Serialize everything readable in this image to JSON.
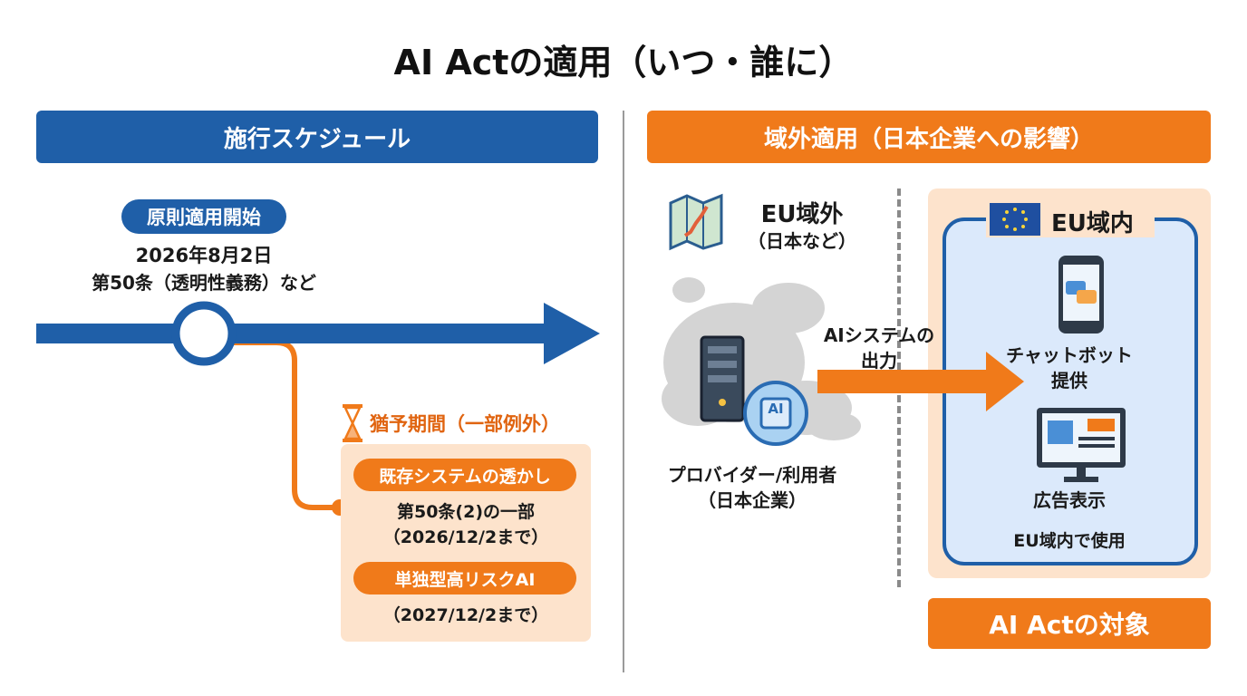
{
  "title": "AI Actの適用（いつ・誰に）",
  "left": {
    "header": "施行スケジュール",
    "milestone_badge": "原則適用開始",
    "milestone_date": "2026年8月2日",
    "milestone_detail": "第50条（透明性義務）など",
    "grace_title": "猶予期間（一部例外）",
    "items": [
      {
        "badge": "既存システムの透かし",
        "line1": "第50条(2)の一部",
        "line2": "（2026/12/2まで）"
      },
      {
        "badge": "単独型高リスクAI",
        "line1": "（2027/12/2まで）"
      }
    ]
  },
  "right": {
    "header": "域外適用（日本企業への影響）",
    "outside_title": "EU域外",
    "outside_sub": "（日本など）",
    "provider_line1": "プロバイダー/利用者",
    "provider_line2": "（日本企業）",
    "arrow_line1": "AIシステムの",
    "arrow_line2": "出力",
    "ai_chip": "AI",
    "inside_title": "EU域内",
    "chatbot_line1": "チャットボット",
    "chatbot_line2": "提供",
    "ad_label": "広告表示",
    "used_in_eu": "EU域内で使用",
    "target_label": "AI Actの対象"
  },
  "colors": {
    "blue": "#1f5fa8",
    "orange": "#f07a1a",
    "peach": "#fde3cc",
    "light_blue": "#dbe9fb"
  },
  "icons": [
    "hourglass-icon",
    "map-icon",
    "server-icon",
    "ai-brain-icon",
    "eu-flag-icon",
    "smartphone-chat-icon",
    "monitor-ad-icon",
    "europe-map-icon"
  ]
}
